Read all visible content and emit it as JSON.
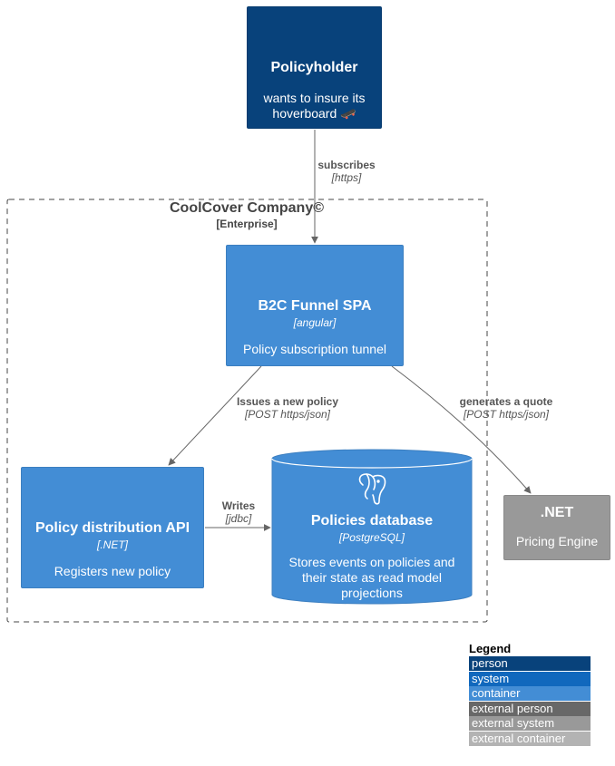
{
  "boundary": {
    "title": "CoolCover Company©",
    "type": "[Enterprise]"
  },
  "person": {
    "name": "Policyholder",
    "description": "wants to insure its hoverboard 🛹",
    "icon": "users-icon",
    "color": "#08427b"
  },
  "spa": {
    "name": "B2C Funnel SPA",
    "technology": "[angular]",
    "description": "Policy subscription tunnel",
    "icon": "angular-icon",
    "color": "#438dd5"
  },
  "api": {
    "name": "Policy distribution API",
    "technology": "[.NET]",
    "description": "Registers new policy",
    "icon": "dotnet-icon",
    "color": "#438dd5"
  },
  "database": {
    "name": "Policies database",
    "technology": "[PostgreSQL]",
    "description": "Stores events on policies and their state as read model projections",
    "icon": "postgresql-icon",
    "color": "#438dd5"
  },
  "pricing": {
    "icon_label": ".NET",
    "name": "Pricing Engine",
    "color": "#999999"
  },
  "relations": {
    "subscribes": {
      "label": "subscribes",
      "technology": "[https]"
    },
    "issues": {
      "label": "Issues a new policy",
      "technology": "[POST https/json]"
    },
    "quote": {
      "label": "generates a quote",
      "technology": "[POST https/json]"
    },
    "writes": {
      "label": "Writes",
      "technology": "[jdbc]"
    }
  },
  "legend": {
    "title": "Legend",
    "items": [
      {
        "label": "person",
        "color": "#08427b"
      },
      {
        "label": "system",
        "color": "#1168bd"
      },
      {
        "label": "container",
        "color": "#438dd5"
      },
      {
        "label": "external person",
        "color": "#686868"
      },
      {
        "label": "external system",
        "color": "#999999"
      },
      {
        "label": "external container",
        "color": "#b3b3b3"
      }
    ]
  }
}
